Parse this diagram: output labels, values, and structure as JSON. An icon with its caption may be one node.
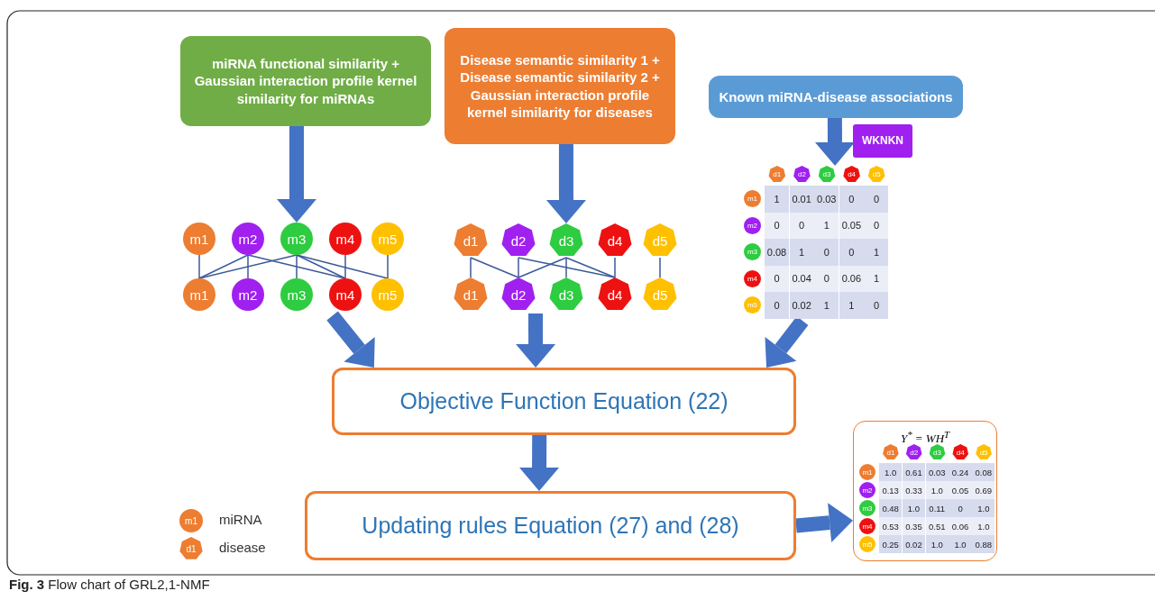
{
  "diagram": {
    "caption": "**Fig. 3** Flow chart of GRL2,1-NMF",
    "nodes": [
      {
        "text": [
          "miRNA functional similarity + Gaussian interaction profile kernel similarity for miRNAs"
        ]
      },
      {
        "text": [
          "Disease semantic similarity 1 + Disease semantic similarity 2 + Gaussian interaction profile kernel similarity for diseases"
        ]
      },
      {
        "text": [
          "Known miRNA-disease associations"
        ]
      },
      {
        "text": [
          "WKNKN"
        ]
      },
      {
        "text": [
          "m1"
        ]
      },
      {
        "text": [
          "m2"
        ]
      },
      {
        "text": [
          "m3"
        ]
      },
      {
        "text": [
          "m4"
        ]
      },
      {
        "text": [
          "m5"
        ]
      },
      {
        "text": [
          "m1"
        ]
      },
      {
        "text": [
          "m2"
        ]
      },
      {
        "text": [
          "m3"
        ]
      },
      {
        "text": [
          "m4"
        ]
      },
      {
        "text": [
          "m5"
        ]
      },
      {
        "text": [
          "d1"
        ]
      },
      {
        "text": [
          "d2"
        ]
      },
      {
        "text": [
          "d3"
        ]
      },
      {
        "text": [
          "d4"
        ]
      },
      {
        "text": [
          "d5"
        ]
      },
      {
        "text": [
          "d1"
        ]
      },
      {
        "text": [
          "d2"
        ]
      },
      {
        "text": [
          "d3"
        ]
      },
      {
        "text": [
          "d4"
        ]
      },
      {
        "text": [
          "d5"
        ]
      },
      {
        "text": [],
        "shape": "box"
      },
      {
        "text": [
          "Objective Function Equation (22)"
        ]
      },
      {
        "text": [
          "Updating rules Equation (27) and (28)"
        ]
      },
      {
        "text": [
          "Y$^{*}$ = WH$^{T}$"
        ]
      }
    ],
    "edges": [
      {
        "from": 0,
        "to": 6,
        "arrow": "to",
        "style": "thick",
        "color": "#4472c4"
      },
      {
        "from": 1,
        "to": 16,
        "arrow": "to",
        "style": "thick",
        "color": "#4472c4"
      },
      {
        "from": 2,
        "to": 24,
        "arrow": "to",
        "style": "thick",
        "color": "#4472c4"
      },
      {
        "from": 4,
        "to": 9,
        "arrow": "none"
      },
      {
        "from": 5,
        "to": 9,
        "arrow": "none"
      },
      {
        "from": 5,
        "to": 10,
        "arrow": "none"
      },
      {
        "from": 5,
        "to": 12,
        "arrow": "none"
      },
      {
        "from": 6,
        "to": 9,
        "arrow": "none"
      },
      {
        "from": 6,
        "to": 11,
        "arrow": "none"
      },
      {
        "from": 6,
        "to": 12,
        "arrow": "none"
      },
      {
        "from": 6,
        "to": 13,
        "arrow": "none"
      },
      {
        "from": 7,
        "to": 12,
        "arrow": "none"
      },
      {
        "from": 8,
        "to": 13,
        "arrow": "none"
      },
      {
        "from": 14,
        "to": 19,
        "arrow": "none"
      },
      {
        "from": 14,
        "to": 20,
        "arrow": "none"
      },
      {
        "from": 15,
        "to": 20,
        "arrow": "none"
      },
      {
        "from": 15,
        "to": 22,
        "arrow": "none"
      },
      {
        "from": 16,
        "to": 20,
        "arrow": "none"
      },
      {
        "from": 16,
        "to": 21,
        "arrow": "none"
      },
      {
        "from": 16,
        "to": 22,
        "arrow": "none"
      },
      {
        "from": 17,
        "to": 22,
        "arrow": "none"
      },
      {
        "from": 18,
        "to": 23,
        "arrow": "none"
      },
      {
        "from": 12,
        "to": 25,
        "arrow": "to",
        "style": "thick",
        "color": "#4472c4"
      },
      {
        "from": 20,
        "to": 25,
        "arrow": "to",
        "style": "thick",
        "color": "#4472c4"
      },
      {
        "from": 24,
        "to": 25,
        "arrow": "to",
        "style": "thick",
        "color": "#4472c4"
      },
      {
        "from": 25,
        "to": 26,
        "arrow": "to",
        "style": "thick",
        "color": "#4472c4"
      },
      {
        "from": 26,
        "to": 27,
        "arrow": "to",
        "style": "thick",
        "color": "#4472c4"
      }
    ],
    "labels": [
      "d1",
      "d2",
      "d3",
      "d4",
      "d5",
      "m1",
      "1",
      "0.01",
      "0.03",
      "0",
      "0",
      "m2",
      "0",
      "0",
      "1",
      "0.05",
      "0",
      "m3",
      "0.08",
      "1",
      "0",
      "0",
      "1",
      "m4",
      "0",
      "0.04",
      "0",
      "0.06",
      "1",
      "m5",
      "0",
      "0.02",
      "1",
      "1",
      "0",
      "d1",
      "d2",
      "d3",
      "d4",
      "d5",
      "m1",
      "1.0",
      "0.61",
      "0.03",
      "0.24",
      "0.08",
      "m2",
      "0.13",
      "0.33",
      "1.0",
      "0.05",
      "0.69",
      "m3",
      "0.48",
      "1.0",
      "0.11",
      "0",
      "1.0",
      "m4",
      "0.53",
      "0.35",
      "0.51",
      "0.06",
      "1.0",
      "m5",
      "0.25",
      "0.02",
      "1.0",
      "1.0",
      "0.88",
      "m1",
      "d1"
    ],
    "legend": [
      {
        "text": "miRNA"
      },
      {
        "text": "disease"
      }
    ]
  }
}
